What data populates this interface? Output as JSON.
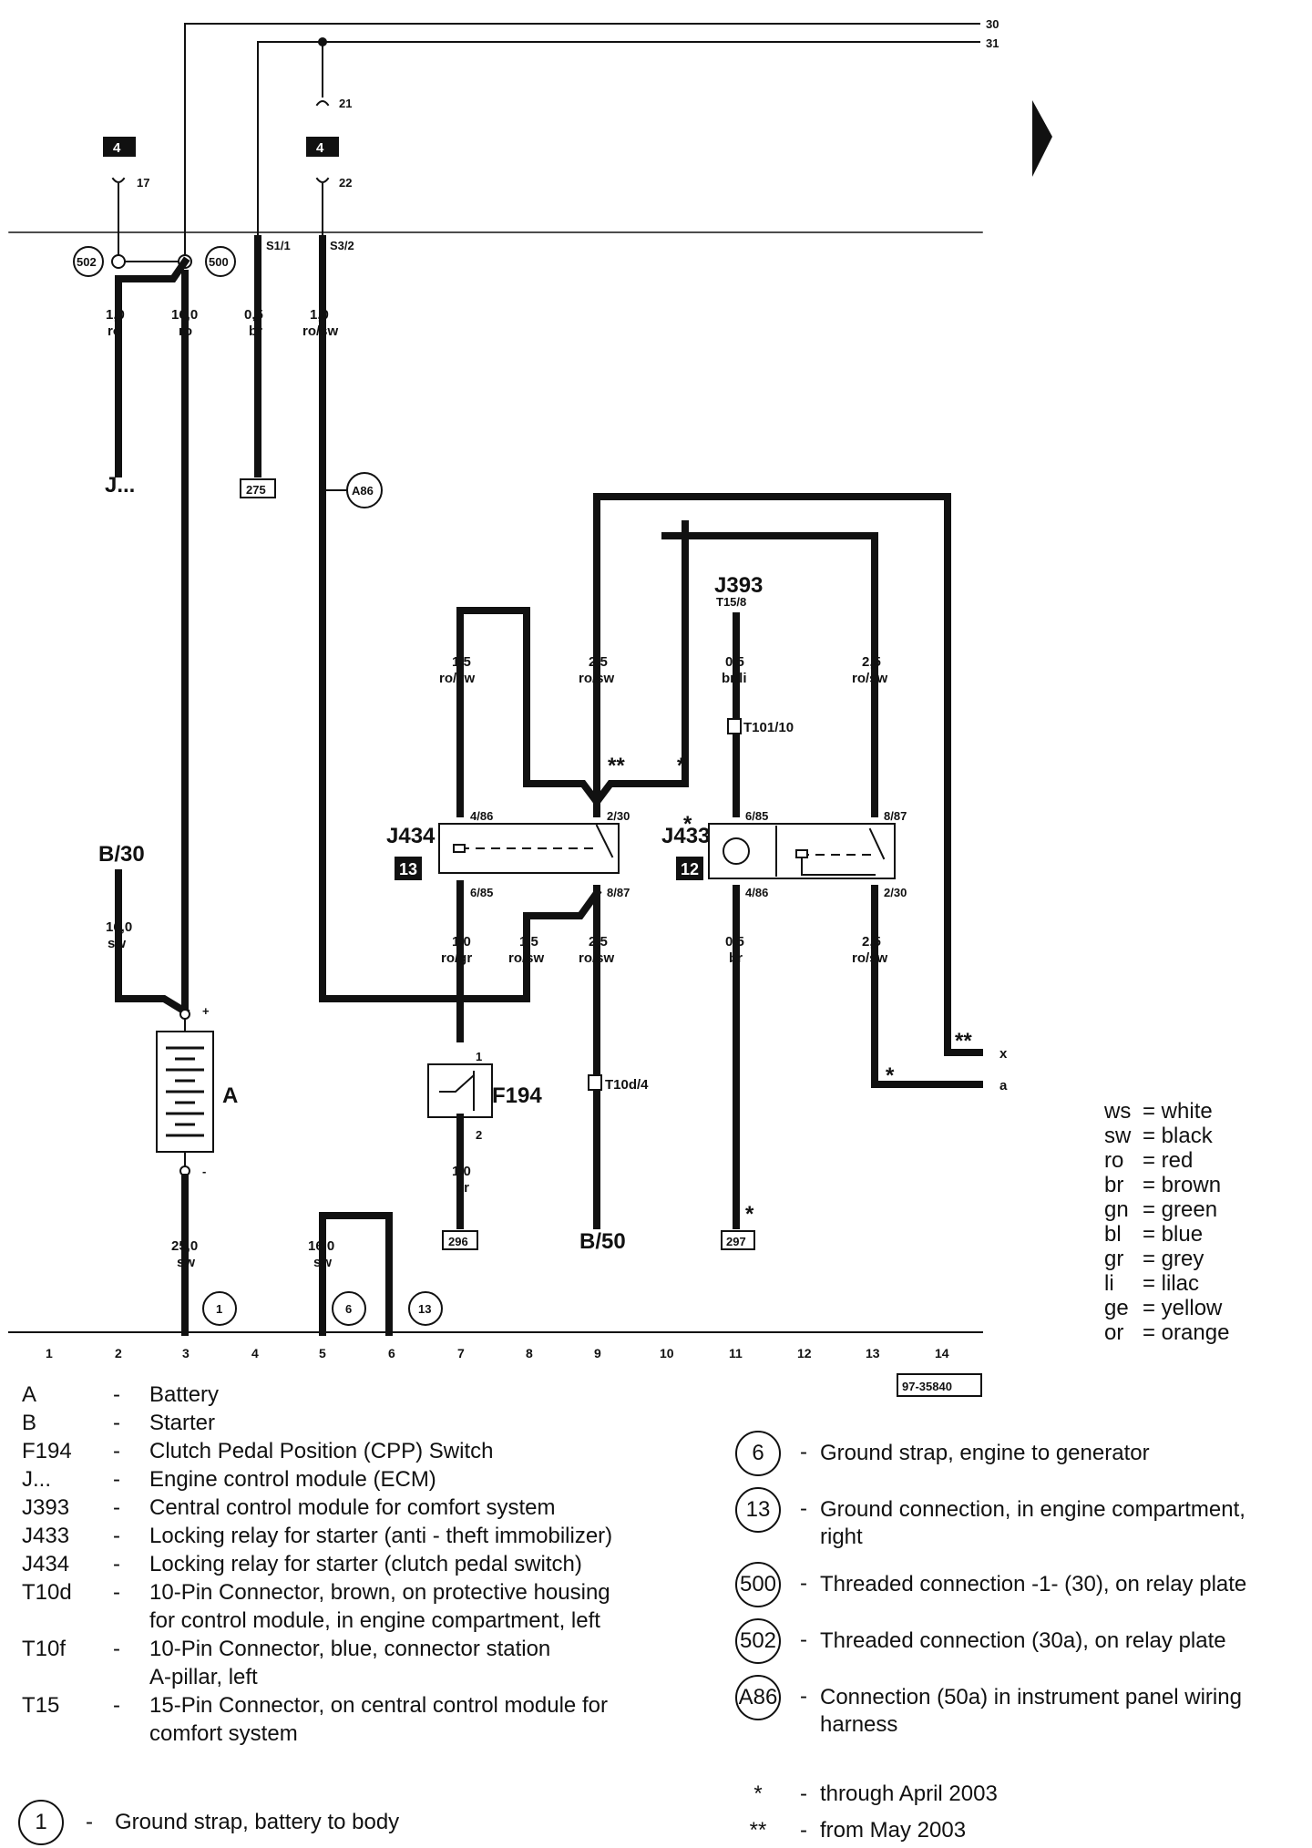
{
  "rails": {
    "r30": "30",
    "r31": "31"
  },
  "ref_id": "97-35840",
  "columns": [
    "1",
    "2",
    "3",
    "4",
    "5",
    "6",
    "7",
    "8",
    "9",
    "10",
    "11",
    "12",
    "13",
    "14"
  ],
  "boxes": {
    "b4a": "4",
    "b4b": "4",
    "b13": "13",
    "b12": "12"
  },
  "terminals": {
    "t17": "17",
    "t21": "21",
    "t22": "22",
    "s1": "S1/1",
    "s3": "S3/2"
  },
  "circles": {
    "c502": "502",
    "c500": "500",
    "a86": "A86",
    "g1": "1",
    "g6": "6",
    "g13": "13"
  },
  "wires": {
    "w1a": "1,0",
    "w1b": "ro",
    "w2a": "16,0",
    "w2b": "ro",
    "w3a": "0,5",
    "w3b": "br",
    "w4a": "1,0",
    "w4b": "ro/sw",
    "w5a": "1,5",
    "w5b": "ro/sw",
    "w6a": "2,5",
    "w6b": "ro/sw",
    "w7a": "0,5",
    "w7b": "br/li",
    "w8a": "2,5",
    "w8b": "ro/sw",
    "w9a": "16,0",
    "w9b": "sw",
    "w10a": "1,0",
    "w10b": "ro/gr",
    "w11a": "1,5",
    "w11b": "ro/sw",
    "w12a": "2,5",
    "w12b": "ro/sw",
    "w13a": "0,5",
    "w13b": "br",
    "w14a": "2,5",
    "w14b": "ro/sw",
    "w15a": "1,0",
    "w15b": "br",
    "w16a": "25,0",
    "w16b": "sw",
    "w17a": "16,0",
    "w17b": "sw"
  },
  "labels": {
    "jdots": "J...",
    "box275": "275",
    "box296": "296",
    "box297": "297",
    "j393": "J393",
    "t15": "T15/8",
    "t101": "T101/10",
    "t10d": "T10d/4",
    "j434": "J434",
    "j433": "J433",
    "p486": "4/86",
    "p230": "2/30",
    "p685": "6/85",
    "p887": "8/87",
    "q685": "6/85",
    "q887": "8/87",
    "q486": "4/86",
    "q230": "2/30",
    "b30": "B/30",
    "b50": "B/50",
    "batA": "A",
    "plus": "+",
    "minus": "-",
    "f194": "F194",
    "f1": "1",
    "f2": "2",
    "dstar1": "**",
    "star1": "*",
    "star2": "*",
    "dstar2": "**",
    "star3": "*",
    "star4": "*",
    "x": "x",
    "a": "a"
  },
  "color_key": [
    {
      "abbr": "ws",
      "name": "= white"
    },
    {
      "abbr": "sw",
      "name": "= black"
    },
    {
      "abbr": "ro",
      "name": "= red"
    },
    {
      "abbr": "br",
      "name": "= brown"
    },
    {
      "abbr": "gn",
      "name": "= green"
    },
    {
      "abbr": "bl",
      "name": "= blue"
    },
    {
      "abbr": "gr",
      "name": "= grey"
    },
    {
      "abbr": "li",
      "name": "= lilac"
    },
    {
      "abbr": "ge",
      "name": "= yellow"
    },
    {
      "abbr": "or",
      "name": "= orange"
    }
  ],
  "legend_left": [
    {
      "code": "A",
      "desc": "Battery"
    },
    {
      "code": "B",
      "desc": "Starter"
    },
    {
      "code": "F194",
      "desc": "Clutch Pedal Position (CPP) Switch"
    },
    {
      "code": "J...",
      "desc": "Engine control module (ECM)"
    },
    {
      "code": "J393",
      "desc": "Central control module for comfort system"
    },
    {
      "code": "J433",
      "desc": "Locking relay for starter (anti - theft immobilizer)"
    },
    {
      "code": "J434",
      "desc": "Locking relay for starter (clutch pedal switch)"
    },
    {
      "code": "T10d",
      "desc": "10-Pin Connector, brown, on protective housing"
    },
    {
      "code": "",
      "desc": "for control module, in engine compartment, left"
    },
    {
      "code": "T10f",
      "desc": "10-Pin Connector, blue, connector station"
    },
    {
      "code": "",
      "desc": "A-pillar, left"
    },
    {
      "code": "T15",
      "desc": "15-Pin Connector, on central control module for"
    },
    {
      "code": "",
      "desc": "comfort system"
    }
  ],
  "legend_ground1": {
    "num": "1",
    "desc": "Ground strap, battery to body"
  },
  "legend_right": [
    {
      "num": "6",
      "desc": "Ground strap, engine to generator"
    },
    {
      "num": "13",
      "desc": "Ground connection, in engine compartment, right"
    },
    {
      "num": "500",
      "desc": "Threaded connection -1- (30), on relay plate"
    },
    {
      "num": "502",
      "desc": "Threaded connection (30a), on relay plate"
    },
    {
      "num": "A86",
      "desc": "Connection (50a) in instrument panel wiring harness"
    }
  ],
  "footnotes": [
    {
      "sym": "*",
      "desc": "through April 2003"
    },
    {
      "sym": "**",
      "desc": "from May 2003"
    }
  ],
  "dash": "-"
}
